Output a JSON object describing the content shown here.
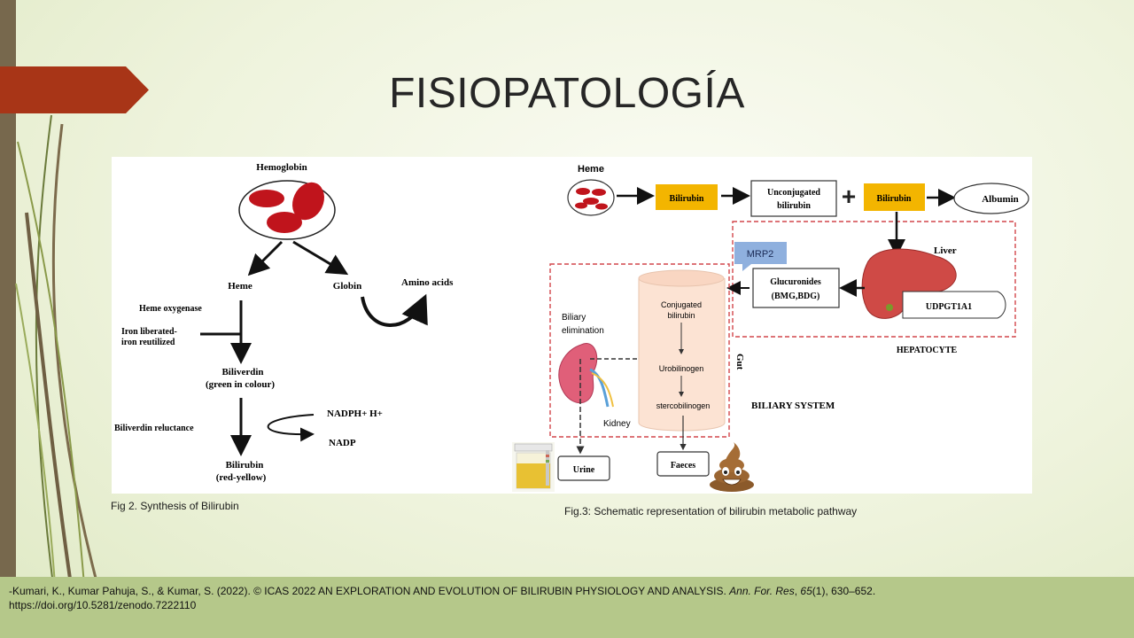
{
  "slide": {
    "title": "FISIOPATOLOGÍA",
    "caption_left": "Fig 2. Synthesis of Bilirubin",
    "caption_right": "Fig.3: Schematic representation of bilirubin metabolic pathway",
    "reference": {
      "prefix": "-Kumari, K., Kumar Pahuja, S., & Kumar, S. (2022). © ICAS 2022 AN EXPLORATION AND EVOLUTION OF BILIRUBIN PHYSIOLOGY AND ANALYSIS.",
      "journal": "Ann. For. Res",
      "sep1": ",",
      "volume": "65",
      "issue_pages": "(1), 630–652.",
      "doi": "https://doi.org/10.5281/zenodo.7222110"
    }
  },
  "fig2": {
    "hemoglobin": "Hemoglobin",
    "heme": "Heme",
    "globin": "Globin",
    "amino_acids": "Amino acids",
    "heme_oxygenase": "Heme oxygenase",
    "iron_1": "Iron liberated-",
    "iron_2": "iron reutilized",
    "biliverdin": "Biliverdin",
    "biliverdin_color": "(green in colour)",
    "biliverdin_reductance": "Biliverdin reluctance",
    "nadph": "NADPH+  H+",
    "nadp": "NADP",
    "bilirubin": "Bilirubin",
    "bilirubin_color": "(red-yellow)"
  },
  "fig3": {
    "heme": "Heme",
    "bilirubin_1": "Bilirubin",
    "unconj_1": "Unconjugated",
    "unconj_2": "bilirubin",
    "plus": "+",
    "bilirubin_2": "Bilirubin",
    "albumin": "Albumin",
    "liver": "Liver",
    "mrp2": "MRP2",
    "glucuronides_1": "Glucuronides",
    "glucuronides_2": "(BMG,BDG)",
    "udpgt": "UDPGT1A1",
    "hepatocyte": "HEPATOCYTE",
    "biliary_elim_1": "Biliary",
    "biliary_elim_2": "elimination",
    "conj_1": "Conjugated",
    "conj_2": "bilirubin",
    "urobilinogen": "Urobilinogen",
    "stercobilinogen": "stercobilinogen",
    "gut": "Gut",
    "kidney": "Kidney",
    "biliary_system": "BILIARY  SYSTEM",
    "urine": "Urine",
    "faeces": "Faeces"
  },
  "colors": {
    "accent_arrow": "#a83517",
    "left_bar": "#77684d",
    "footer": "#b5c88a",
    "rbc": "#c0141c",
    "bilirubin_box": "#f3b500",
    "dashed_border": "#d2464b",
    "mrp2": "#8fb0de"
  },
  "icons": {
    "poop": "pile-of-poo-emoji"
  }
}
